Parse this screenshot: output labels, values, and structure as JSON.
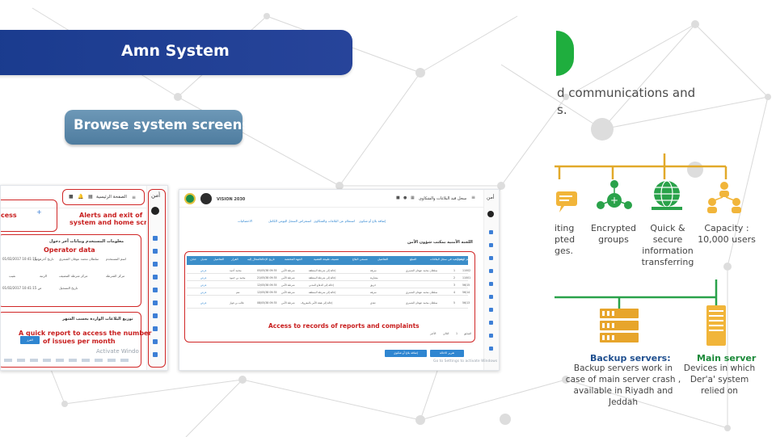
{
  "slide": {
    "title": "Amn System",
    "browse_button": "Browse system screens"
  },
  "screen_home": {
    "brand": "أمن",
    "home_label": "الصفحة الرئيسية",
    "callout_alerts": "Alerts and exit of",
    "callout_alerts_2": "system and home screen",
    "access_fragment": "cess",
    "add_plus": "+",
    "operator_section_title": "معلومات المستخدم وبيانات آخر دخول",
    "callout_operator": "Operator data",
    "report_section_title": "توزيع البلاغات الواردة بحسب الشهر",
    "callout_report": "A quick report to access the number",
    "callout_report_2": "of issues per month",
    "filter_button": "الفرز",
    "watermark": "Activate Windo",
    "fields": [
      {
        "label": "اسم المستخدم",
        "value": "سلطان محمد عوفان الشمري"
      },
      {
        "label": "تاريخ آخر دخول",
        "value": "01/02/2017 10:41:15 ص"
      },
      {
        "label": "مركز الشرطة",
        "value": "مركز شرطة المصيف"
      },
      {
        "label": "الرتبة",
        "value": "نقيب"
      },
      {
        "label": "تاريخ التسجيل",
        "value": "01/02/2017 10:41:15 ص"
      }
    ]
  },
  "screen_list": {
    "brand": "أمن",
    "breadcrumb": "سجل قيد البلاغات والشكاوى",
    "vision": "VISION 2030",
    "toolbar": [
      "إضافة بلاغ أو شكوى",
      "استعلام عن البلاغات والشكاوى",
      "استعراض السجل اليومي الكامل",
      "الاحصائيات"
    ],
    "section_title": "اللجنة الأمنية بمكتب شؤون الأمن",
    "columns": [
      "رقم السجل",
      "رقم القيد في سجل البلاغات",
      "المبلغ",
      "التفاصيل",
      "مسمى البلاغ",
      "تصنيف طبيعة القضية",
      "الجهة المختصة",
      "تاريخ الإحالة",
      "المحال إليه",
      "القرار",
      "التفاصيل",
      "تعديل",
      "حذف"
    ],
    "rows": [
      {
        "no": "1",
        "reg": "11002",
        "reporter": "سلطان محمد عوفان الشمري",
        "type": "سرقة",
        "nature": "إحالة إلى شرطة المنطقة",
        "agency": "شرطة الأمن",
        "date": "05/05/38 09:35",
        "assignee": "محمد أحمد",
        "detail": "عرض"
      },
      {
        "no": "2",
        "reg": "11001",
        "reporter": "",
        "type": "مضاربة",
        "nature": "إحالة إلى شرطة المنطقة",
        "agency": "شرطة الأمن",
        "date": "21/05/38 09:35",
        "assignee": "محمد بن حمود",
        "detail": "عرض"
      },
      {
        "no": "3",
        "reg": "56/15",
        "reporter": "",
        "type": "حريق",
        "nature": "إحالة إلى الدفاع المدني",
        "agency": "شرطة الأمن",
        "date": "12/05/38 09:35",
        "assignee": "",
        "detail": "عرض"
      },
      {
        "no": "4",
        "reg": "56/14",
        "reporter": "سلطان محمد عوفان الشمري",
        "type": "سرقة",
        "nature": "إحالة إلى شرطة المنطقة",
        "agency": "شرطة الأمن",
        "date": "12/05/38 09:35",
        "assignee": "نعم",
        "detail": "عرض"
      },
      {
        "no": "5",
        "reg": "56/13",
        "reporter": "سلطان محمد عوفان الشمري",
        "type": "تعدي",
        "nature": "إحالة إلى هيئة الأمر بالمعروف",
        "agency": "شرطة الأمن",
        "date": "08/05/38 09:35",
        "assignee": "غالب بن فواز",
        "detail": "عرض"
      }
    ],
    "callout_records": "Access to records of reports and complaints",
    "pagination": [
      "السابق",
      "1",
      "التالي",
      "الأخير"
    ],
    "btn_new": "إضافة بلاغ أو شكوى",
    "btn_print": "تقرير الاحالة",
    "watermark": "Go to Settings to activate Windows"
  },
  "features": {
    "intro_line1": "d communications and",
    "intro_line2": "s.",
    "items": [
      {
        "label": "iting\npted\nges.",
        "icon": "chat-icon"
      },
      {
        "label": "Encrypted\ngroups",
        "icon": "group-icon"
      },
      {
        "label": "Quick & secure\ninformation\ntransferring",
        "icon": "globe-icon"
      },
      {
        "label": "Capacity :\n10,000 users",
        "icon": "users-icon"
      }
    ],
    "backup_title": "Backup servers:",
    "backup_desc": "Backup servers work in\ncase of main server crash ,\navailable in Riyadh and Jeddah",
    "main_title": "Main server",
    "main_desc": "Devices in which\nDer'a' system\nrelied on"
  },
  "colors": {
    "title_blue": "#1a3b8e",
    "button_blue": "#5a88a9",
    "callout_red": "#c81e1e",
    "accent_gold": "#e2a92a",
    "accent_green": "#1fae3e"
  }
}
